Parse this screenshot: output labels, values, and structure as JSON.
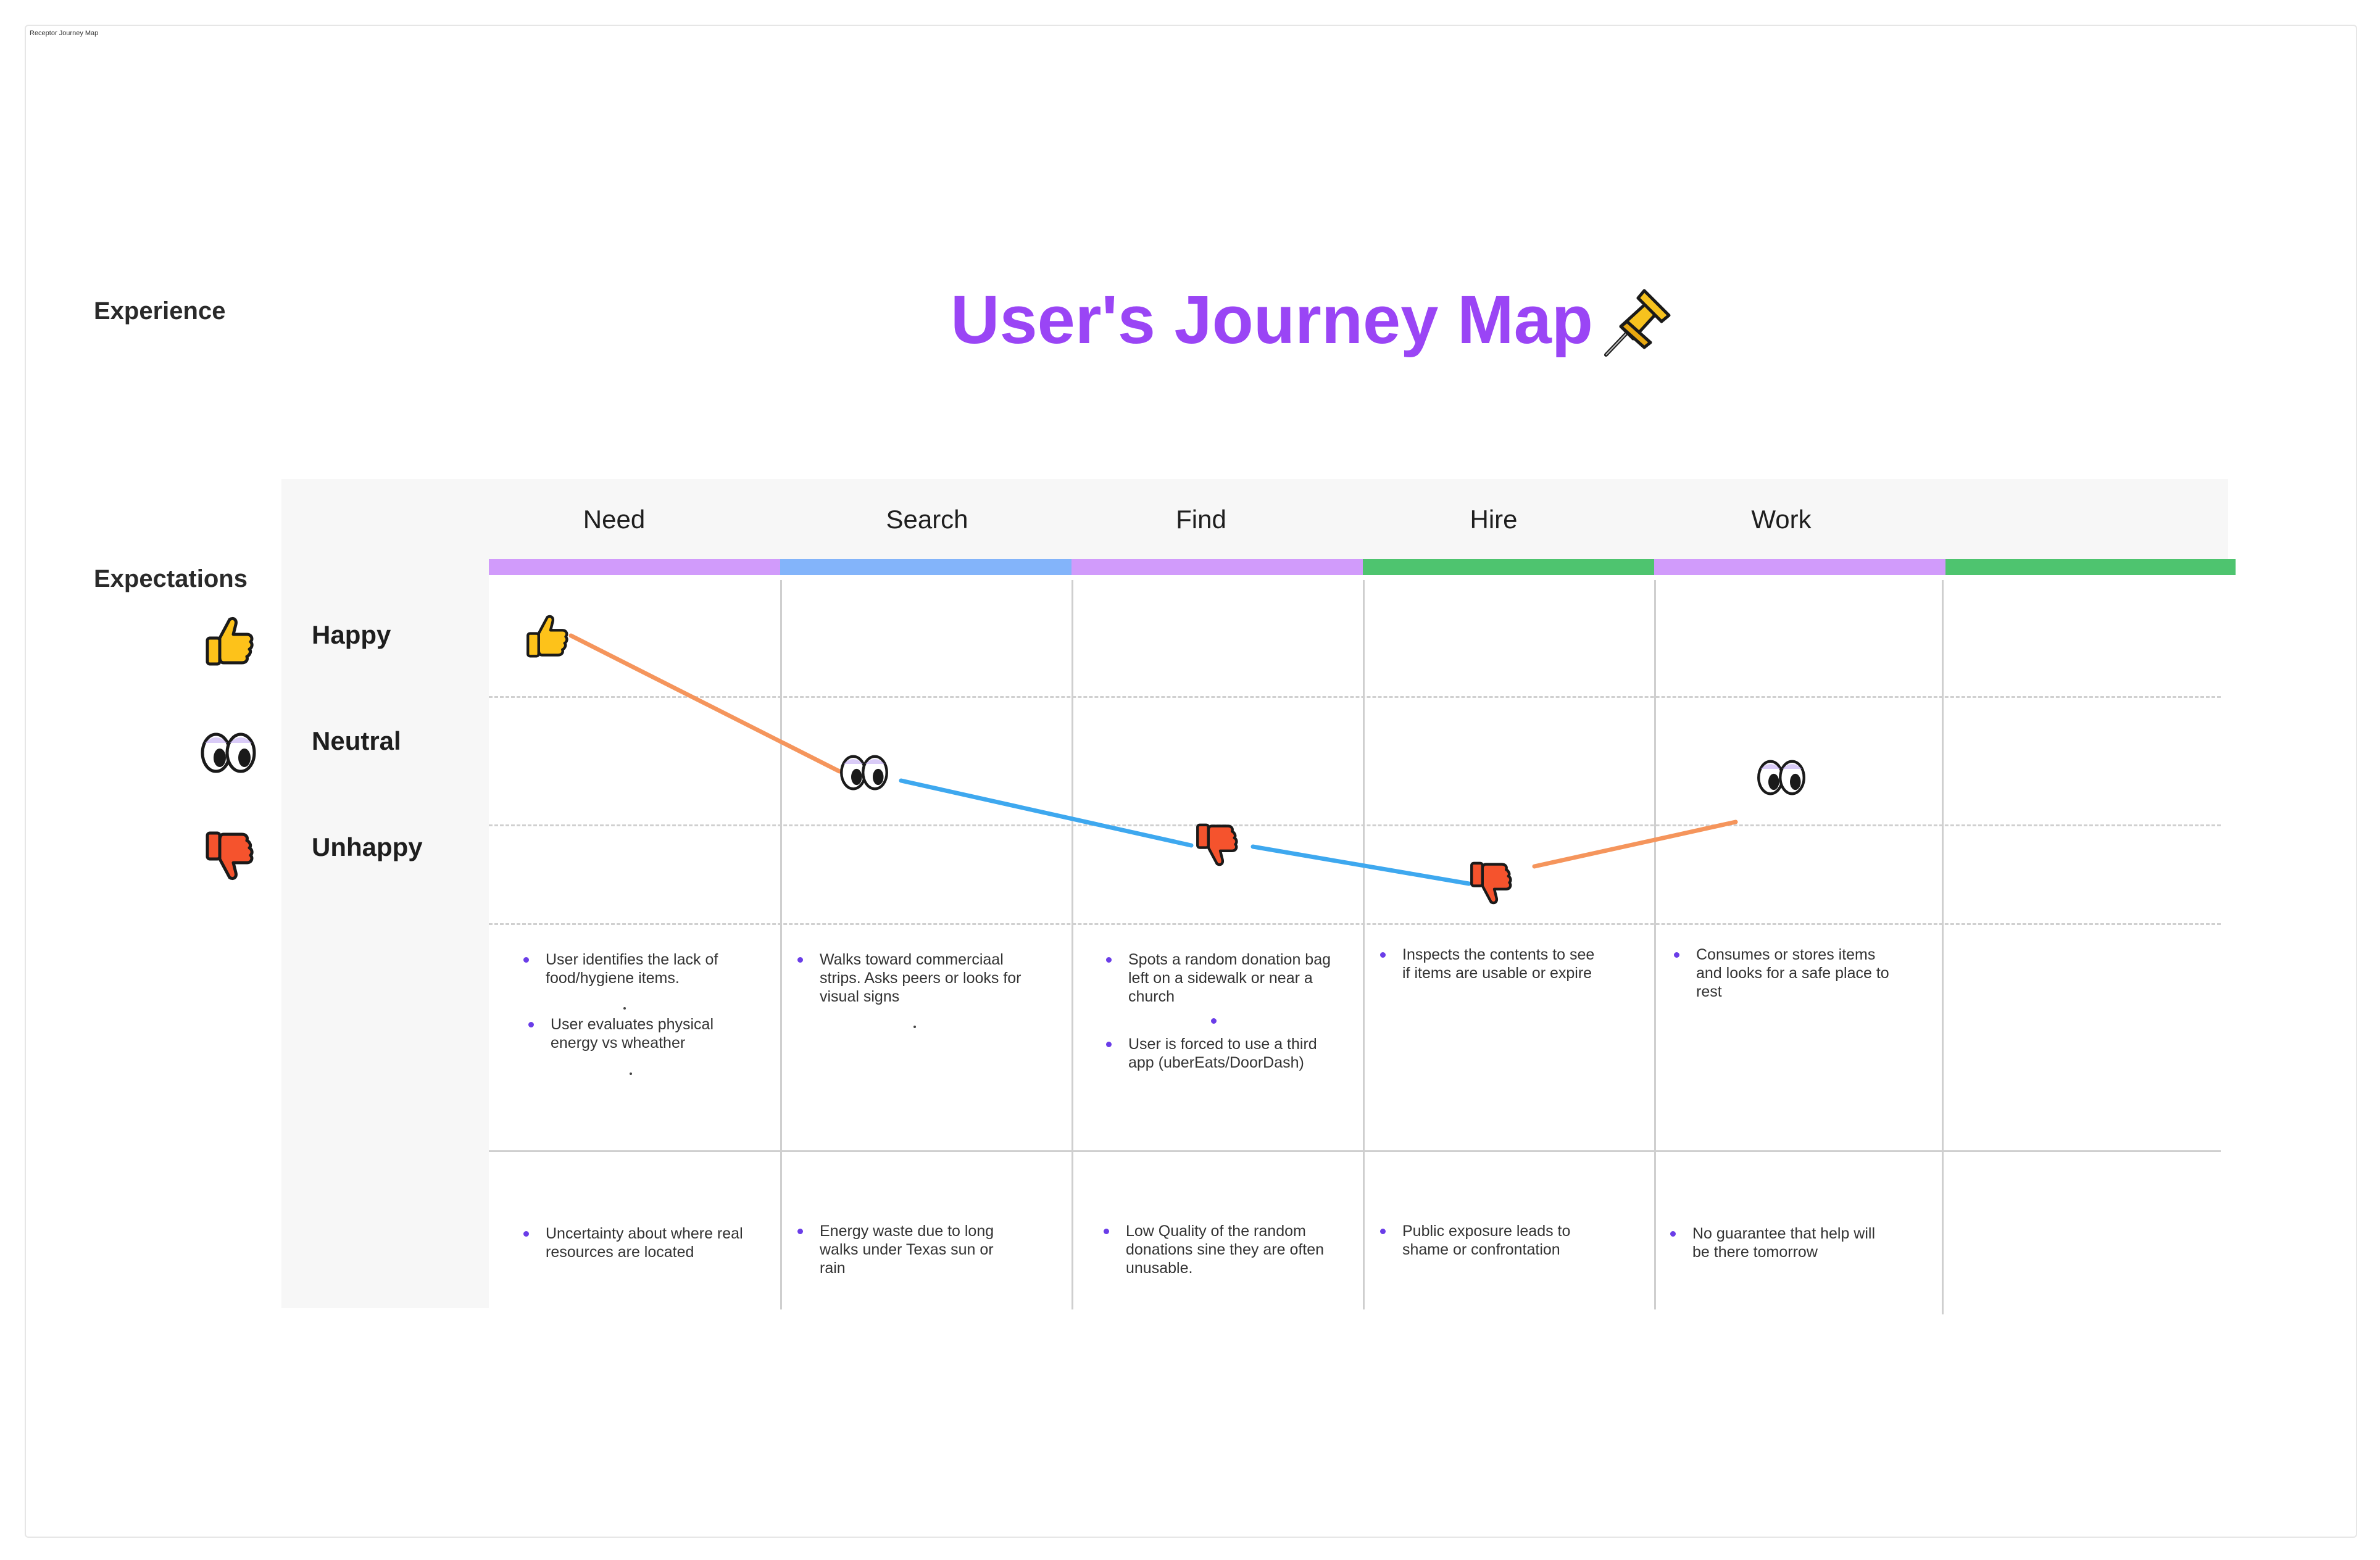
{
  "frame": {
    "label": "Receptor Journey Map"
  },
  "title": {
    "text": "User's Journey Map",
    "color": "#9a45f5",
    "icon": "pushpin-icon"
  },
  "sections": {
    "experience": "Experience",
    "expectations": "Expectations"
  },
  "rows": [
    {
      "label": "Happy",
      "icon": "thumbs-up-icon"
    },
    {
      "label": "Neutral",
      "icon": "eyes-icon"
    },
    {
      "label": "Unhappy",
      "icon": "thumbs-down-icon"
    }
  ],
  "stages": [
    {
      "label": "Need",
      "color": "#d19bfb"
    },
    {
      "label": "Search",
      "color": "#83b4fa"
    },
    {
      "label": "Find",
      "color": "#d19bfb"
    },
    {
      "label": "Hire",
      "color": "#4ec46f"
    },
    {
      "label": "Work",
      "color": "#d19bfb"
    },
    {
      "label": "",
      "color": "#4ec46f"
    }
  ],
  "journey": {
    "points": [
      {
        "stage": "Need",
        "sentiment": "Happy",
        "icon": "thumbs-up-icon"
      },
      {
        "stage": "Search",
        "sentiment": "Neutral",
        "icon": "eyes-icon"
      },
      {
        "stage": "Find",
        "sentiment": "Unhappy",
        "icon": "thumbs-down-icon"
      },
      {
        "stage": "Hire",
        "sentiment": "Unhappy",
        "icon": "thumbs-down-icon"
      },
      {
        "stage": "Work",
        "sentiment": "Neutral",
        "icon": "eyes-icon"
      }
    ],
    "segment_colors": [
      "#f5955c",
      "#3ea8ef",
      "#3ea8ef",
      "#f5955c"
    ]
  },
  "actions": [
    [
      "User identifies the lack of food/hygiene items.",
      "User evaluates physical energy vs wheather"
    ],
    [
      "Walks toward commerciaal strips. Asks peers or looks for visual signs"
    ],
    [
      "Spots a random donation bag left on a sidewalk or near a church",
      "User is forced to use a third app (uberEats/DoorDash)"
    ],
    [
      "Inspects the contents to see if items are usable or expire"
    ],
    [
      "Consumes or stores items and looks for a safe place to rest"
    ]
  ],
  "pain_points": [
    "Uncertainty about where real resources are located",
    "Energy waste due to long walks under Texas sun or rain",
    "Low Quality of the random donations sine they are often unusable.",
    "Public exposure leads to shame or confrontation",
    "No guarantee that help will be there tomorrow"
  ]
}
